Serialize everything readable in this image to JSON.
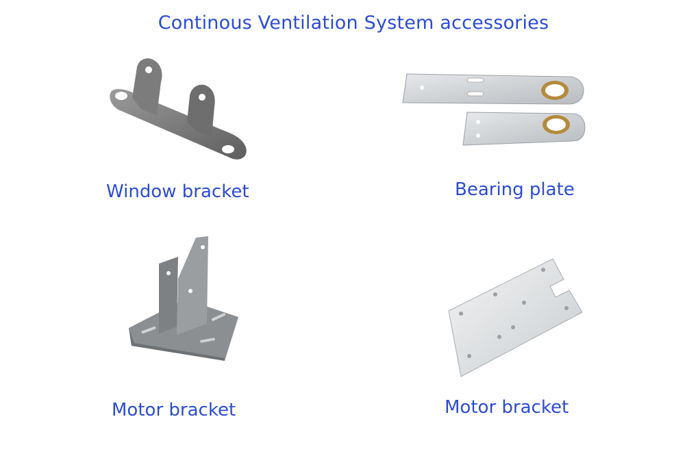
{
  "page": {
    "title": "Continous Ventilation System accessories"
  },
  "products": [
    {
      "caption": "Window bracket",
      "icon": "window-bracket"
    },
    {
      "caption": "Bearing plate",
      "icon": "bearing-plate"
    },
    {
      "caption": "Motor bracket",
      "icon": "motor-bracket-upright"
    },
    {
      "caption": "Motor bracket",
      "icon": "motor-bracket-plate"
    }
  ],
  "colors": {
    "text": "#2b4bd6",
    "metal_dark": "#8a8a8a",
    "metal_light": "#d9dcdf",
    "bronze": "#b48a3c"
  }
}
